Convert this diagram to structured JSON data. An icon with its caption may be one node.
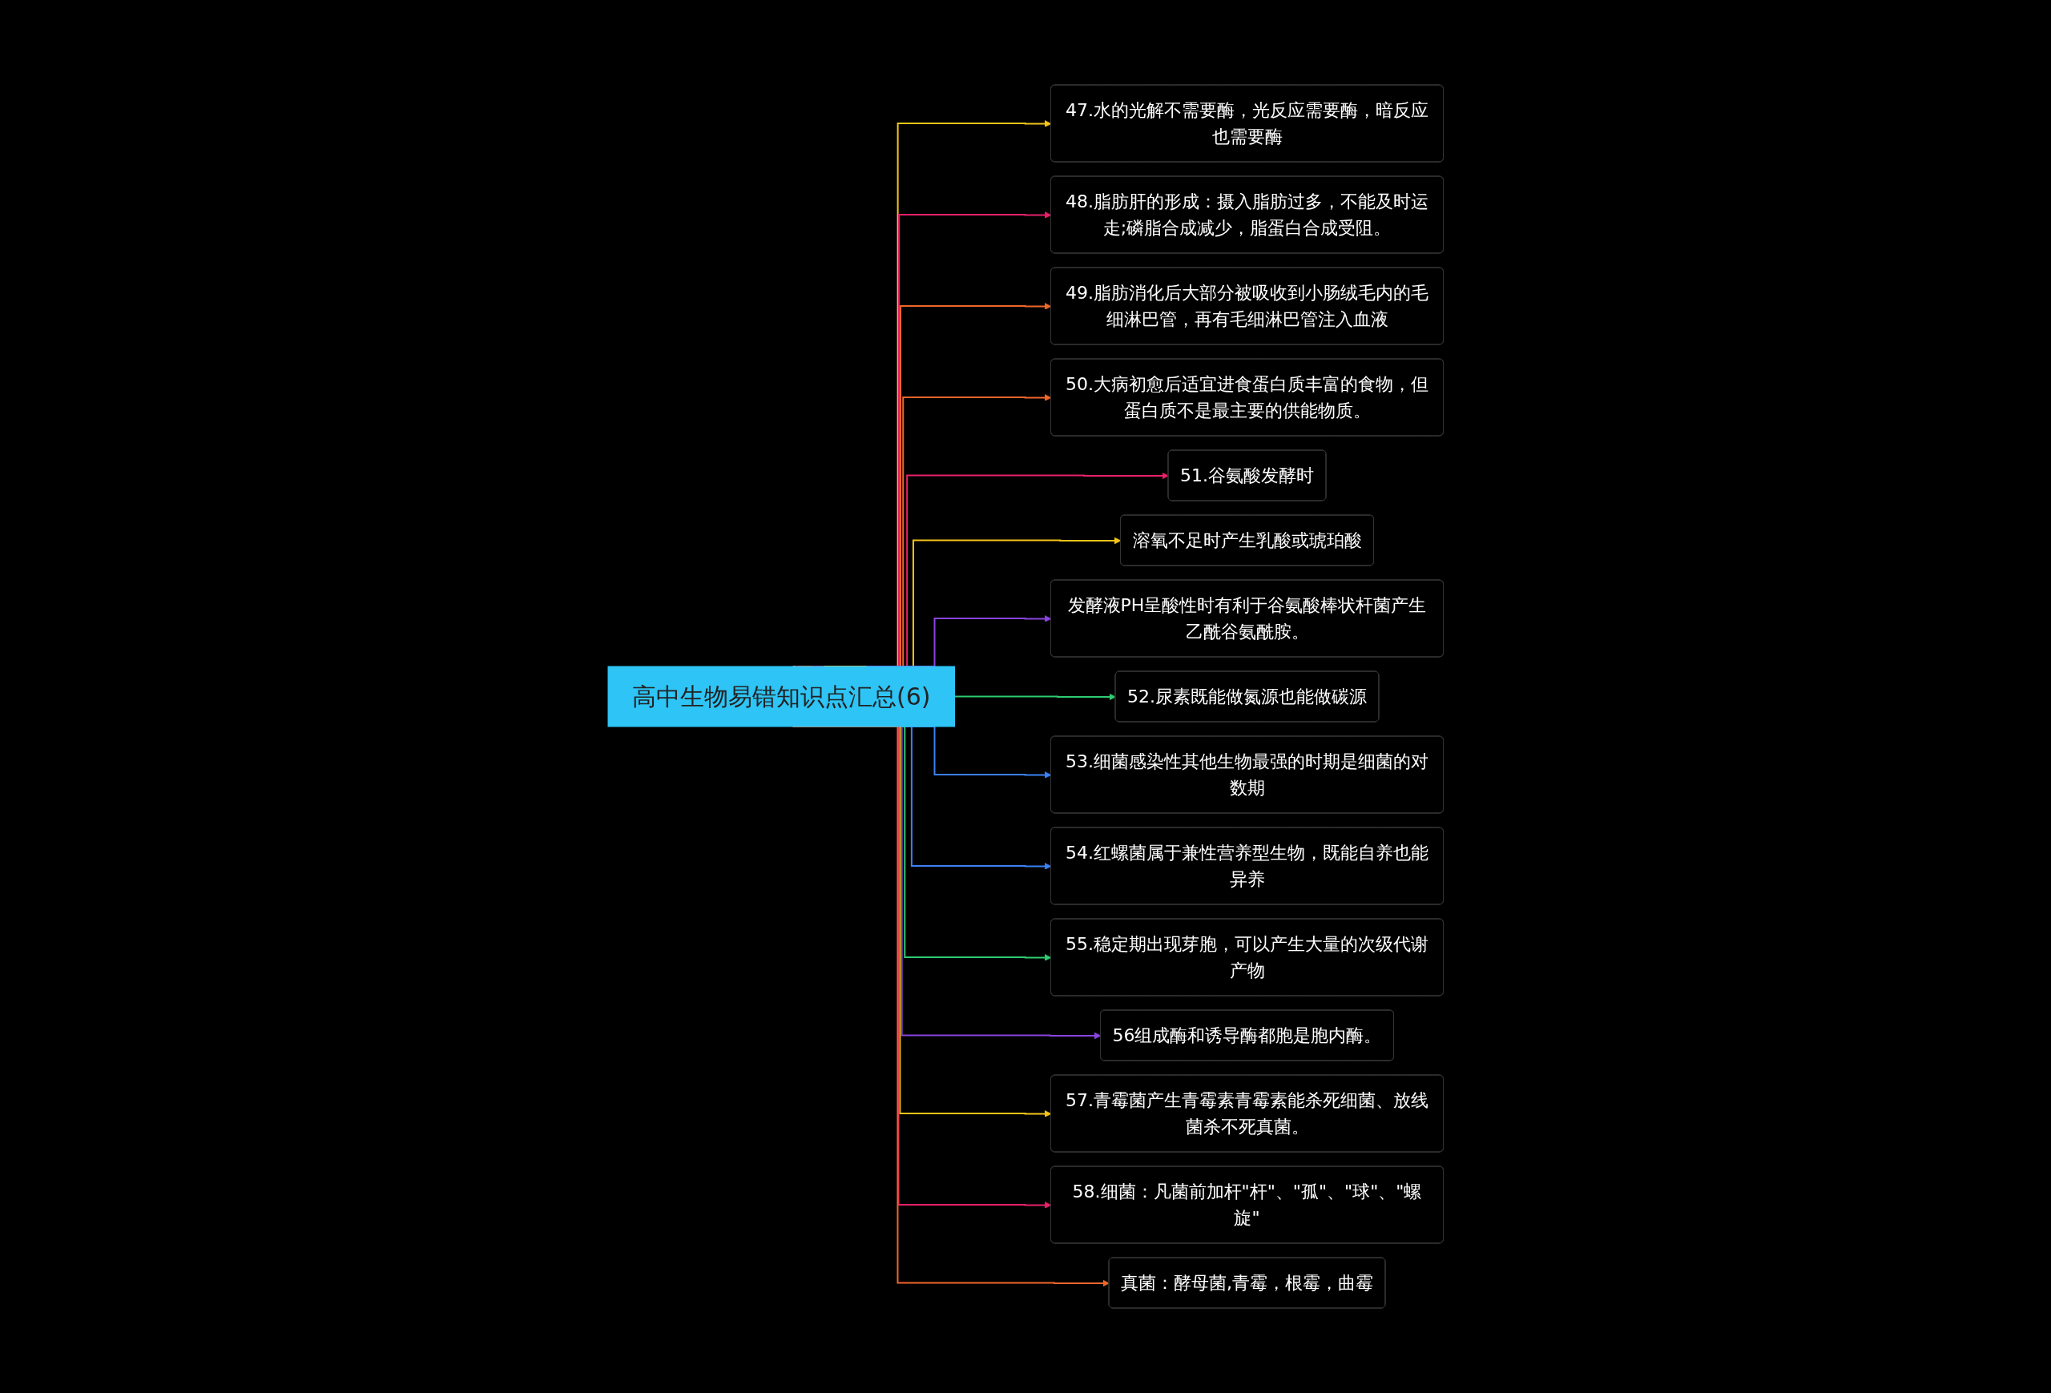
{
  "diagram": {
    "nodes": [
      {
        "text": [
          "高中生物易错知识点汇总(6)"
        ]
      },
      {
        "text": [
          "47.水的光解不需要酶，光反应需要酶，暗反应也需要酶"
        ]
      },
      {
        "text": [
          "48.脂肪肝的形成：摄入脂肪过多，不能及时运走;磷脂合成减少，脂蛋白合成受阻。"
        ]
      },
      {
        "text": [
          "49.脂肪消化后大部分被吸收到小肠绒毛内的毛细淋巴管，再有毛细淋巴管注入血液"
        ]
      },
      {
        "text": [
          "50.大病初愈后适宜进食蛋白质丰富的食物，但蛋白质不是最主要的供能物质。"
        ]
      },
      {
        "text": [
          "51.谷氨酸发酵时"
        ]
      },
      {
        "text": [
          "溶氧不足时产生乳酸或琥珀酸"
        ]
      },
      {
        "text": [
          "发酵液PH呈酸性时有利于谷氨酸棒状杆菌产生乙酰谷氨酰胺。"
        ]
      },
      {
        "text": [
          "52.尿素既能做氮源也能做碳源"
        ]
      },
      {
        "text": [
          "53.细菌感染性其他生物最强的时期是细菌的对数期"
        ]
      },
      {
        "text": [
          "54.红螺菌属于兼性营养型生物，既能自养也能异养"
        ]
      },
      {
        "text": [
          "55.稳定期出现芽胞，可以产生大量的次级代谢产物"
        ]
      },
      {
        "text": [
          "56组成酶和诱导酶都胞是胞内酶。"
        ]
      },
      {
        "text": [
          "57.青霉菌产生青霉素青霉素能杀死细菌、放线菌杀不死真菌。"
        ]
      },
      {
        "text": [
          "58.细菌：凡菌前加杆\"杆\"、\"孤\"、\"球\"、\"螺旋\""
        ]
      },
      {
        "text": [
          "真菌：酵母菌,青霉，根霉，曲霉"
        ]
      }
    ],
    "edges": [
      {
        "from": 0,
        "to": 1,
        "arrow": "to",
        "color": "#f5c518"
      },
      {
        "from": 0,
        "to": 2,
        "arrow": "to",
        "color": "#e8206a"
      },
      {
        "from": 0,
        "to": 3,
        "arrow": "to",
        "color": "#f0662a"
      },
      {
        "from": 0,
        "to": 4,
        "arrow": "to",
        "color": "#f0662a"
      },
      {
        "from": 0,
        "to": 5,
        "arrow": "to",
        "color": "#e8206a"
      },
      {
        "from": 0,
        "to": 6,
        "arrow": "to",
        "color": "#f5c518"
      },
      {
        "from": 0,
        "to": 7,
        "arrow": "to",
        "color": "#8a44e0"
      },
      {
        "from": 0,
        "to": 8,
        "arrow": "to",
        "color": "#2ecc71"
      },
      {
        "from": 0,
        "to": 9,
        "arrow": "to",
        "color": "#3b82f6"
      },
      {
        "from": 0,
        "to": 10,
        "arrow": "to",
        "color": "#3b82f6"
      },
      {
        "from": 0,
        "to": 11,
        "arrow": "to",
        "color": "#2ecc71"
      },
      {
        "from": 0,
        "to": 12,
        "arrow": "to",
        "color": "#8a44e0"
      },
      {
        "from": 0,
        "to": 13,
        "arrow": "to",
        "color": "#f5c518"
      },
      {
        "from": 0,
        "to": 14,
        "arrow": "to",
        "color": "#e8206a"
      },
      {
        "from": 0,
        "to": 15,
        "arrow": "to",
        "color": "#f0662a"
      }
    ]
  }
}
